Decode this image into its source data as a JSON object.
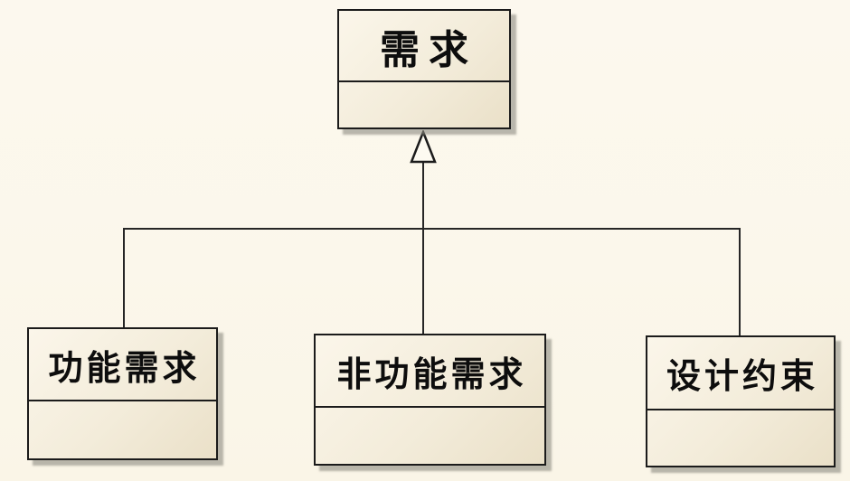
{
  "diagram": {
    "type": "uml-class-diagram",
    "colors": {
      "background": "#FBF7EB",
      "node_border": "#1B1B1B",
      "node_fill_light": "#FBF6EA",
      "node_fill_dark": "#EAE0C8",
      "line": "#262626",
      "shadow": "rgba(140,138,128,0.6)",
      "text": "#0D0D0D"
    },
    "nodes": [
      {
        "id": "requirement",
        "label": "需求",
        "role": "parent",
        "compartments": 2
      },
      {
        "id": "functional-requirement",
        "label": "功能需求",
        "role": "child",
        "compartments": 2
      },
      {
        "id": "nonfunctional-requirement",
        "label": "非功能需求",
        "role": "child",
        "compartments": 2
      },
      {
        "id": "design-constraint",
        "label": "设计约束",
        "role": "child",
        "compartments": 2
      }
    ],
    "edges": [
      {
        "from": "functional-requirement",
        "to": "requirement",
        "type": "generalization"
      },
      {
        "from": "nonfunctional-requirement",
        "to": "requirement",
        "type": "generalization"
      },
      {
        "from": "design-constraint",
        "to": "requirement",
        "type": "generalization"
      }
    ]
  }
}
